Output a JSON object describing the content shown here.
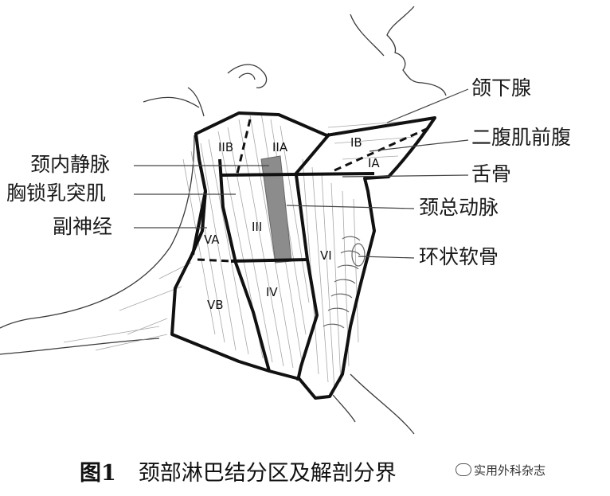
{
  "figure": {
    "labels_left": {
      "internal_jugular_vein": "颈内静脉",
      "sternocleidomastoid": "胸锁乳突肌",
      "accessory_nerve": "副神经"
    },
    "labels_right": {
      "submandibular_gland": "颌下腺",
      "anterior_digastric": "二腹肌前腹",
      "hyoid": "舌骨",
      "common_carotid": "颈总动脉",
      "cricoid": "环状软骨"
    },
    "levels": {
      "IA": "IA",
      "IB": "IB",
      "IIA": "IIA",
      "IIB": "IIB",
      "III": "III",
      "IV": "IV",
      "VA": "VA",
      "VB": "VB",
      "VI": "VI"
    }
  },
  "caption": {
    "number": "图1",
    "text": "颈部淋巴结分区及解剖分界"
  },
  "watermark": "实用外科杂志",
  "colors": {
    "outline": "#111111",
    "muscle_line": "#9a9a9a",
    "vein": "#8c8c8c"
  }
}
